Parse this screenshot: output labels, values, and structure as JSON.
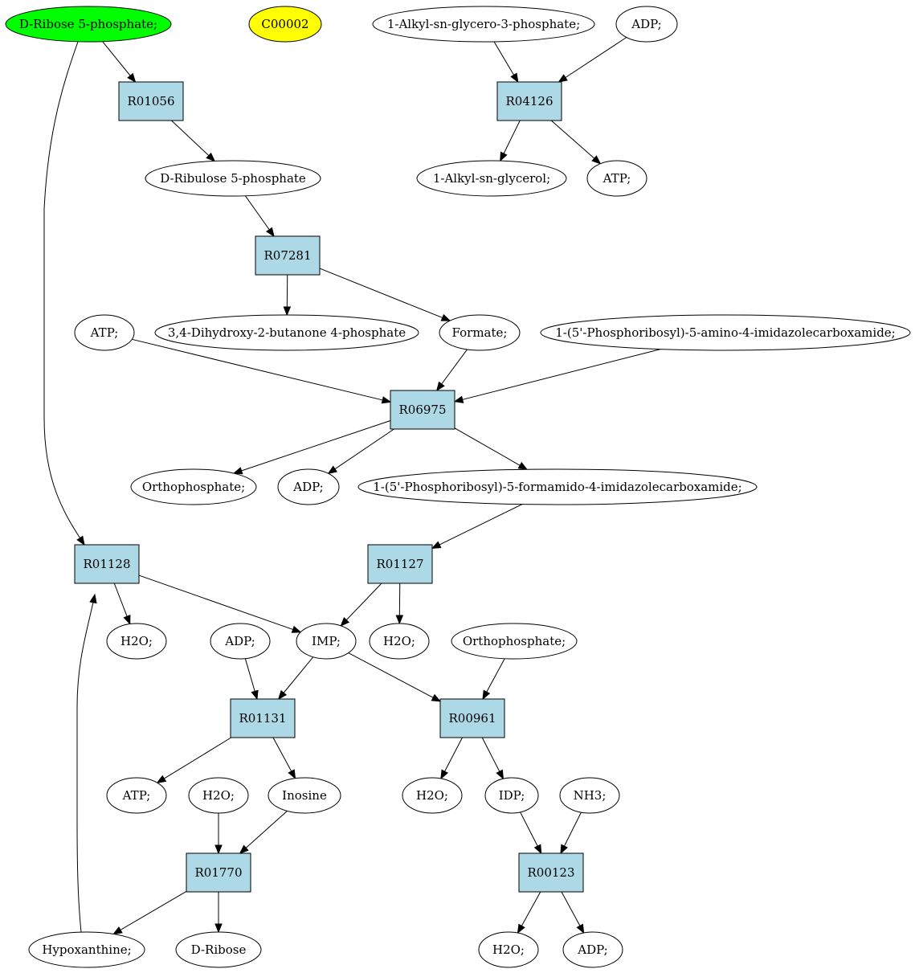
{
  "graph": {
    "colors": {
      "highlight_green": "#00ff00",
      "highlight_yellow": "#ffff00",
      "compound_fill": "#ffffff",
      "reaction_fill": "#add8e6",
      "stroke": "#000000"
    },
    "nodes": [
      {
        "id": "n_ribose5p",
        "label": "D-Ribose 5-phosphate;",
        "kind": "compound",
        "highlight": "green"
      },
      {
        "id": "n_c00002",
        "label": "C00002",
        "kind": "compound",
        "highlight": "yellow"
      },
      {
        "id": "n_alkylg3p",
        "label": "1-Alkyl-sn-glycero-3-phosphate;",
        "kind": "compound"
      },
      {
        "id": "n_adp_top",
        "label": "ADP;",
        "kind": "compound"
      },
      {
        "id": "r_R01056",
        "label": "R01056",
        "kind": "reaction"
      },
      {
        "id": "r_R04126",
        "label": "R04126",
        "kind": "reaction"
      },
      {
        "id": "n_ribulose5p",
        "label": "D-Ribulose 5-phosphate",
        "kind": "compound"
      },
      {
        "id": "n_alkylglycerol",
        "label": "1-Alkyl-sn-glycerol;",
        "kind": "compound"
      },
      {
        "id": "n_atp_top",
        "label": "ATP;",
        "kind": "compound"
      },
      {
        "id": "r_R07281",
        "label": "R07281",
        "kind": "reaction"
      },
      {
        "id": "n_atp_mid",
        "label": "ATP;",
        "kind": "compound"
      },
      {
        "id": "n_dihydroxy",
        "label": "3,4-Dihydroxy-2-butanone 4-phosphate",
        "kind": "compound"
      },
      {
        "id": "n_formate",
        "label": "Formate;",
        "kind": "compound"
      },
      {
        "id": "n_aicar",
        "label": "1-(5'-Phosphoribosyl)-5-amino-4-imidazolecarboxamide;",
        "kind": "compound"
      },
      {
        "id": "r_R06975",
        "label": "R06975",
        "kind": "reaction"
      },
      {
        "id": "n_ortho_mid",
        "label": "Orthophosphate;",
        "kind": "compound"
      },
      {
        "id": "n_adp_mid",
        "label": "ADP;",
        "kind": "compound"
      },
      {
        "id": "n_faicar",
        "label": "1-(5'-Phosphoribosyl)-5-formamido-4-imidazolecarboxamide;",
        "kind": "compound"
      },
      {
        "id": "r_R01128",
        "label": "R01128",
        "kind": "reaction"
      },
      {
        "id": "r_R01127",
        "label": "R01127",
        "kind": "reaction"
      },
      {
        "id": "n_h2o_a",
        "label": "H2O;",
        "kind": "compound"
      },
      {
        "id": "n_adp_low",
        "label": "ADP;",
        "kind": "compound"
      },
      {
        "id": "n_imp",
        "label": "IMP;",
        "kind": "compound"
      },
      {
        "id": "n_h2o_b",
        "label": "H2O;",
        "kind": "compound"
      },
      {
        "id": "n_ortho_low",
        "label": "Orthophosphate;",
        "kind": "compound"
      },
      {
        "id": "r_R01131",
        "label": "R01131",
        "kind": "reaction"
      },
      {
        "id": "r_R00961",
        "label": "R00961",
        "kind": "reaction"
      },
      {
        "id": "n_atp_low",
        "label": "ATP;",
        "kind": "compound"
      },
      {
        "id": "n_h2o_c",
        "label": "H2O;",
        "kind": "compound"
      },
      {
        "id": "n_inosine",
        "label": "Inosine",
        "kind": "compound"
      },
      {
        "id": "n_h2o_d",
        "label": "H2O;",
        "kind": "compound"
      },
      {
        "id": "n_idp",
        "label": "IDP;",
        "kind": "compound"
      },
      {
        "id": "n_nh3",
        "label": "NH3;",
        "kind": "compound"
      },
      {
        "id": "r_R01770",
        "label": "R01770",
        "kind": "reaction"
      },
      {
        "id": "r_R00123",
        "label": "R00123",
        "kind": "reaction"
      },
      {
        "id": "n_hypoxanthine",
        "label": "Hypoxanthine;",
        "kind": "compound"
      },
      {
        "id": "n_dribose",
        "label": "D-Ribose",
        "kind": "compound"
      },
      {
        "id": "n_h2o_e",
        "label": "H2O;",
        "kind": "compound"
      },
      {
        "id": "n_adp_bot",
        "label": "ADP;",
        "kind": "compound"
      }
    ],
    "edges": [
      {
        "from": "n_ribose5p",
        "to": "r_R01056"
      },
      {
        "from": "n_ribose5p",
        "to": "r_R01128"
      },
      {
        "from": "r_R01056",
        "to": "n_ribulose5p"
      },
      {
        "from": "n_alkylg3p",
        "to": "r_R04126"
      },
      {
        "from": "n_adp_top",
        "to": "r_R04126"
      },
      {
        "from": "r_R04126",
        "to": "n_alkylglycerol"
      },
      {
        "from": "r_R04126",
        "to": "n_atp_top"
      },
      {
        "from": "n_ribulose5p",
        "to": "r_R07281"
      },
      {
        "from": "r_R07281",
        "to": "n_dihydroxy"
      },
      {
        "from": "r_R07281",
        "to": "n_formate"
      },
      {
        "from": "n_atp_mid",
        "to": "r_R06975"
      },
      {
        "from": "n_formate",
        "to": "r_R06975"
      },
      {
        "from": "n_aicar",
        "to": "r_R06975"
      },
      {
        "from": "r_R06975",
        "to": "n_ortho_mid"
      },
      {
        "from": "r_R06975",
        "to": "n_adp_mid"
      },
      {
        "from": "r_R06975",
        "to": "n_faicar"
      },
      {
        "from": "n_faicar",
        "to": "r_R01127"
      },
      {
        "from": "r_R01128",
        "to": "n_h2o_a"
      },
      {
        "from": "r_R01128",
        "to": "n_imp"
      },
      {
        "from": "r_R01127",
        "to": "n_imp"
      },
      {
        "from": "r_R01127",
        "to": "n_h2o_b"
      },
      {
        "from": "n_adp_low",
        "to": "r_R01131"
      },
      {
        "from": "n_imp",
        "to": "r_R01131"
      },
      {
        "from": "n_imp",
        "to": "r_R00961"
      },
      {
        "from": "n_ortho_low",
        "to": "r_R00961"
      },
      {
        "from": "r_R01131",
        "to": "n_atp_low"
      },
      {
        "from": "r_R01131",
        "to": "n_inosine"
      },
      {
        "from": "r_R00961",
        "to": "n_h2o_d"
      },
      {
        "from": "r_R00961",
        "to": "n_idp"
      },
      {
        "from": "n_h2o_c",
        "to": "r_R01770"
      },
      {
        "from": "n_inosine",
        "to": "r_R01770"
      },
      {
        "from": "n_idp",
        "to": "r_R00123"
      },
      {
        "from": "n_nh3",
        "to": "r_R00123"
      },
      {
        "from": "r_R01770",
        "to": "n_hypoxanthine"
      },
      {
        "from": "r_R01770",
        "to": "n_dribose"
      },
      {
        "from": "n_hypoxanthine",
        "to": "r_R01128"
      },
      {
        "from": "r_R00123",
        "to": "n_h2o_e"
      },
      {
        "from": "r_R00123",
        "to": "n_adp_bot"
      }
    ]
  }
}
